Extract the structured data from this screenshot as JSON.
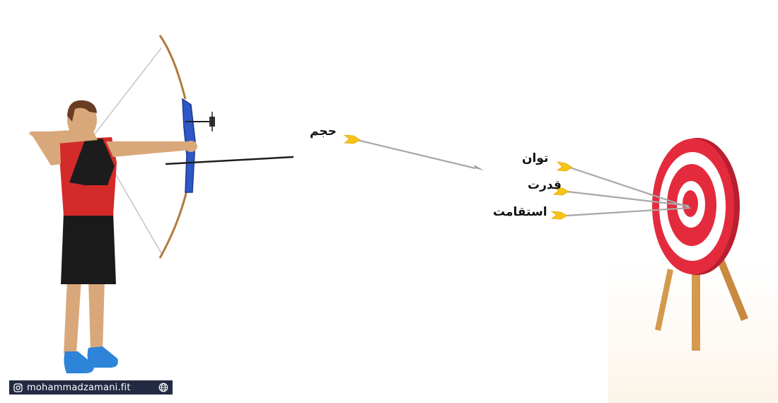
{
  "labels": {
    "volume": "حجم",
    "endurance": "توان",
    "power": "قدرت",
    "stability": "استقامت"
  },
  "watermark": {
    "handle": "mohammadzamani.fit",
    "icons": [
      "instagram-icon",
      "globe-icon"
    ]
  },
  "colors": {
    "target_red": "#e42b3e",
    "target_white": "#ffffff",
    "target_edge": "#b81f2f",
    "stand_wood": "#d4994d",
    "arrow_shaft": "#a7a7a7",
    "fletching": "#f7c418",
    "shirt": "#d42a2a",
    "shorts": "#1a1a1a",
    "skin": "#d9a87a",
    "shoes": "#2d84d8",
    "bow_riser": "#2f57c6",
    "bow_limb": "#b07a3a",
    "watermark_bg": "#232a44"
  }
}
